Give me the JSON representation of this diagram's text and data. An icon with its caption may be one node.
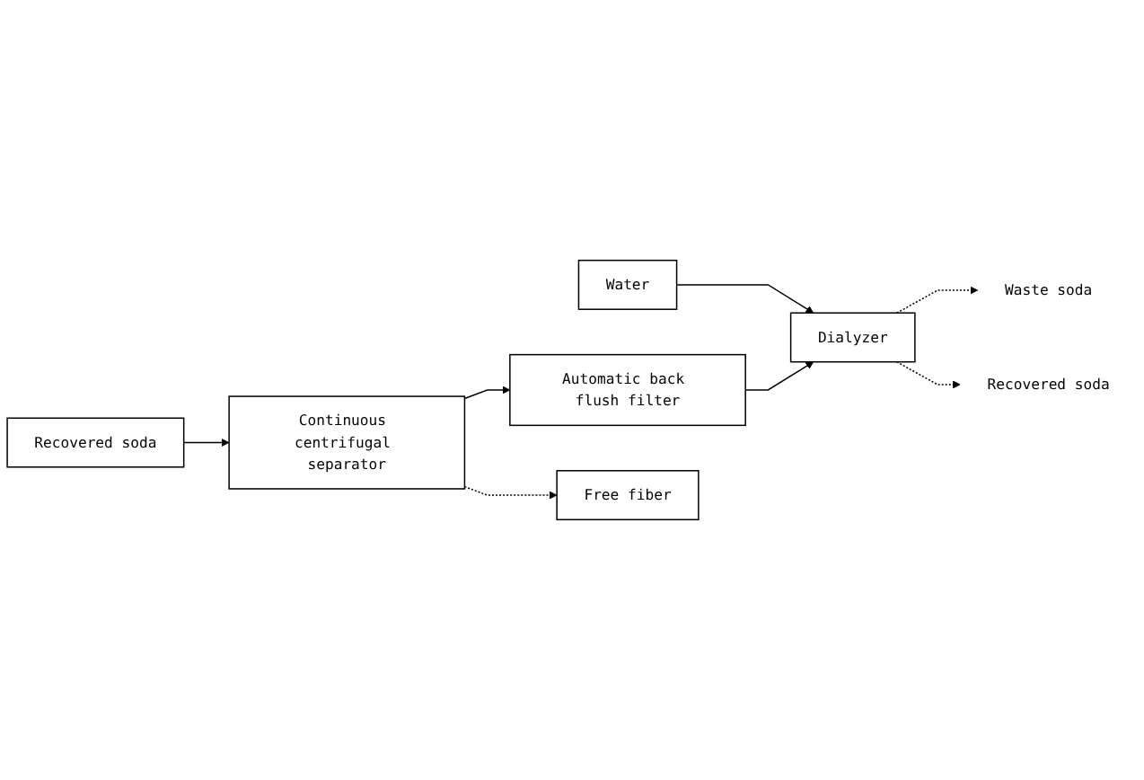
{
  "diagram": {
    "nodes": [
      {
        "text": [
          "Water"
        ]
      },
      {
        "text": [
          "Recovered soda"
        ]
      },
      {
        "text": [
          "Continuous centrifugal separator"
        ]
      },
      {
        "text": [
          "Automatic back flush filter"
        ]
      },
      {
        "text": [
          "Dialyzer"
        ]
      },
      {
        "text": [
          "Free fiber"
        ]
      },
      {
        "text": [
          "Waste soda"
        ]
      },
      {
        "text": [
          "Recovered soda"
        ]
      }
    ],
    "edges": [
      {
        "from": 0,
        "to": 4,
        "arrow": "to"
      },
      {
        "from": 1,
        "to": 2,
        "arrow": "to"
      },
      {
        "from": 2,
        "to": 3,
        "arrow": "to"
      },
      {
        "from": 3,
        "to": 4,
        "arrow": "to"
      },
      {
        "from": 2,
        "to": 5,
        "arrow": "to",
        "style": "dashed"
      },
      {
        "from": 4,
        "to": 6,
        "arrow": "to",
        "style": "dashed"
      },
      {
        "from": 4,
        "to": 7,
        "arrow": "to",
        "style": "dashed"
      }
    ]
  }
}
